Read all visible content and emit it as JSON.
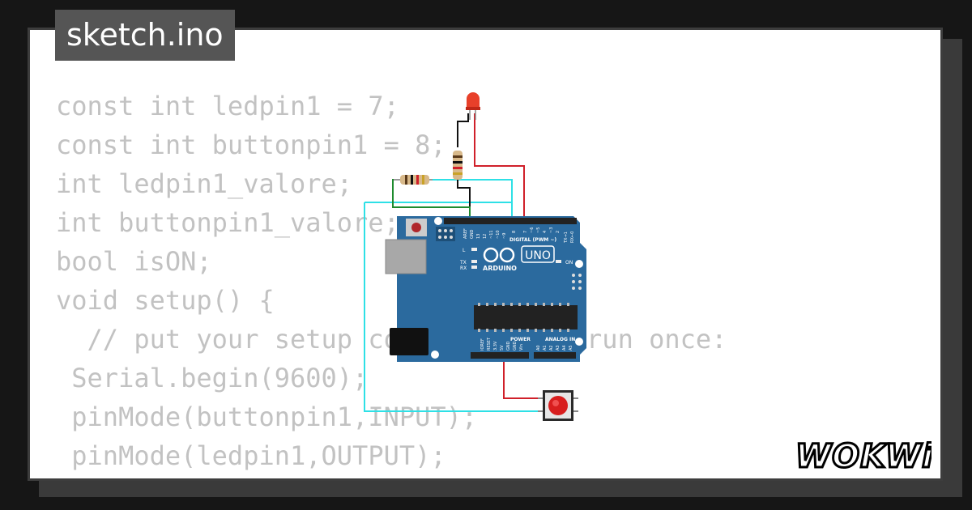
{
  "tab": {
    "filename": "sketch.ino"
  },
  "code_lines": [
    "const int ledpin1 = 7;",
    "const int buttonpin1 = 8;",
    "int ledpin1_valore;",
    "int buttonpin1_valore;",
    "bool isON;",
    "",
    "void setup() {",
    "  // put your setup code here, to run once:",
    " Serial.begin(9600);",
    " pinMode(buttonpin1,INPUT);",
    " pinMode(ledpin1,OUTPUT);"
  ],
  "board": {
    "model": "UNO",
    "brand": "ARDUINO",
    "digital_header": "DIGITAL (PWM ~)",
    "power_header": "POWER",
    "analog_header": "ANALOG IN",
    "on_label": "ON",
    "l_label": "L",
    "tx_label": "TX",
    "rx_label": "RX",
    "top_pins": [
      "AREF",
      "GND",
      "13",
      "12",
      "~11",
      "~10",
      "~9",
      "8",
      "7",
      "~6",
      "~5",
      "4",
      "~3",
      "2",
      "TX→1",
      "RX←0"
    ],
    "power_pins": [
      "IOREF",
      "RESET",
      "3.3V",
      "5V",
      "GND",
      "GND",
      "Vin"
    ],
    "analog_pins": [
      "A0",
      "A1",
      "A2",
      "A3",
      "A4",
      "A5"
    ]
  },
  "logo": {
    "text": "WOKWi"
  },
  "colors": {
    "background": "#161616",
    "board_blue": "#2b6a9e",
    "wire_cyan": "#2ee0e6",
    "wire_red": "#d0202a",
    "wire_green": "#1e8b2e",
    "led_red": "#e8402a"
  }
}
